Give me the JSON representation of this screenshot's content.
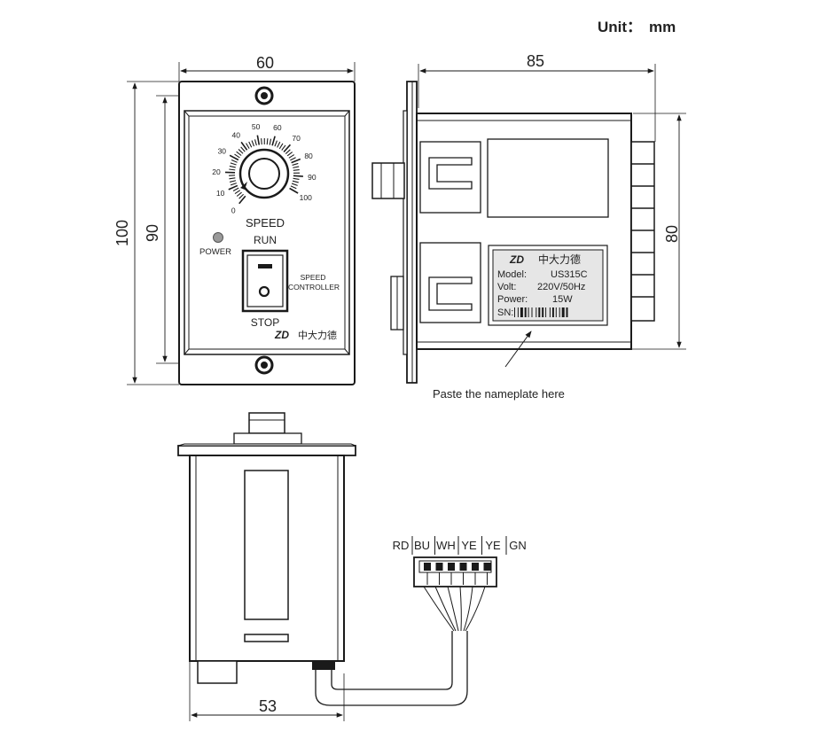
{
  "unit": {
    "label": "Unit：",
    "value": "mm"
  },
  "front_view": {
    "dims": {
      "width": "60",
      "height_outer": "100",
      "height_inner": "90"
    },
    "dial_scale": [
      "0",
      "10",
      "20",
      "30",
      "40",
      "50",
      "60",
      "70",
      "80",
      "90",
      "100"
    ],
    "speed_label": "SPEED",
    "power_label": "POWER",
    "run_label": "RUN",
    "stop_label": "STOP",
    "switch_on_symbol": "—",
    "switch_off_symbol": "O",
    "controller_label_1": "SPEED",
    "controller_label_2": "CONTROLLER",
    "brand_logo_text": "ZD",
    "brand_cn": "中大力德"
  },
  "side_view": {
    "dims": {
      "depth": "85",
      "height": "80"
    },
    "nameplate": {
      "logo": "ZD",
      "brand_cn": "中大力德",
      "rows": [
        {
          "key": "Model:",
          "value": "US315C"
        },
        {
          "key": "Volt:",
          "value": "220V/50Hz"
        },
        {
          "key": "Power:",
          "value": "15W"
        },
        {
          "key": "SN:",
          "value": ""
        }
      ]
    },
    "note": "Paste the nameplate here"
  },
  "bottom_view": {
    "dims": {
      "width": "53"
    },
    "wire_colors": [
      "RD",
      "BU",
      "WH",
      "YE",
      "YE",
      "GN"
    ]
  },
  "colors": {
    "line": "#1a1a1a",
    "panel": "#3a3a3a",
    "nameplate": "#e6e6e6"
  }
}
